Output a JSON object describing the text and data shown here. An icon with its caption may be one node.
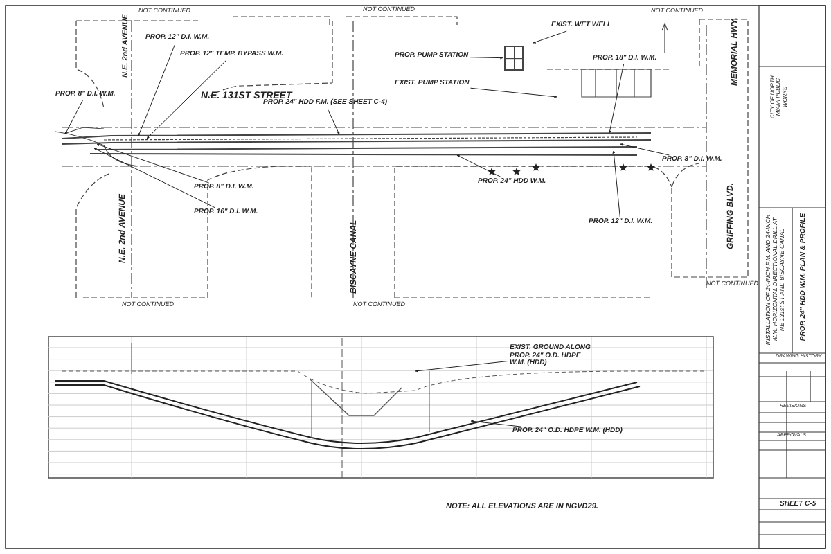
{
  "diagram": {
    "nodes": [
      {
        "text": [
          "PROP. 12\" D.I. W.M."
        ]
      },
      {
        "text": [
          "PROP. 12\" TEMP. BYPASS W.M."
        ]
      },
      {
        "text": [
          "PROP. 8\" D.I. W.M."
        ]
      },
      {
        "text": [
          "PROP. 8\" D.I. W.M."
        ]
      },
      {
        "text": [
          "PROP. 16\" D.I. W.M."
        ]
      },
      {
        "text": [
          "PROP. 24\" HDD F.M. (SEE SHEET C-4)"
        ]
      },
      {
        "text": [
          "PROP. 24\" HDD W.M."
        ]
      },
      {
        "text": [
          "PROP. PUMP STATION"
        ]
      },
      {
        "text": [
          "EXIST. PUMP STATION"
        ]
      },
      {
        "text": [
          "EXIST. WET WELL"
        ]
      },
      {
        "text": [
          "PROP. 18\" D.I. W.M."
        ]
      },
      {
        "text": [
          "PROP. 8\" D.I. W.M."
        ]
      },
      {
        "text": [
          "PROP. 12\" D.I. W.M."
        ]
      },
      {
        "text": [
          "EXIST. GROUND ALONG PROP. 24\" O.D. HDPE W.M. (HDD)"
        ]
      },
      {
        "text": [
          "PROP. 24\" O.D. HDPE W.M. (HDD)"
        ]
      },
      {
        "text": [],
        "shape": "box"
      }
    ],
    "edges": [
      {
        "from": 0,
        "to": null,
        "arrow": "to"
      },
      {
        "from": 1,
        "to": null,
        "arrow": "to"
      },
      {
        "from": 2,
        "to": null,
        "arrow": "to"
      },
      {
        "from": 3,
        "to": null,
        "arrow": "to"
      },
      {
        "from": 4,
        "to": null,
        "arrow": "to"
      },
      {
        "from": 5,
        "to": null,
        "arrow": "to"
      },
      {
        "from": 6,
        "to": null,
        "arrow": "to"
      },
      {
        "from": 7,
        "to": 15,
        "arrow": "to"
      },
      {
        "from": 8,
        "to": null,
        "arrow": "to"
      },
      {
        "from": 9,
        "to": null,
        "arrow": "to"
      },
      {
        "from": 10,
        "to": null,
        "arrow": "to"
      },
      {
        "from": 11,
        "to": null,
        "arrow": "to"
      },
      {
        "from": 12,
        "to": null,
        "arrow": "to"
      },
      {
        "from": 13,
        "to": null,
        "arrow": "to"
      },
      {
        "from": 14,
        "to": null,
        "arrow": "to"
      }
    ],
    "labels": [
      "N.E. 2nd AVENUE",
      "N.E. 131ST STREET",
      "N.E. 2nd AVENUE",
      "BISCAYNE CANAL",
      "MEMORIAL HWY.",
      "GRIFFING BLVD.",
      "NOT CONTINUED",
      "NOT CONTINUED",
      "NOT CONTINUED",
      "NOT CONTINUED",
      "NOT CONTINUED",
      "NOT CONTINUED",
      "NOTE: ALL ELEVATIONS ARE IN NGVD29.",
      "CITY OF NORTH MIAMI PUBLIC WORKS",
      "INSTALLATION OF 24-INCH F.M. AND 24-INCH W.M. HORIZONTAL DIRECTIONAL DRILL AT NE 131st ST AND BISCAYNE CANAL",
      "PROP. 24\" HDD W.M. PLAN & PROFILE",
      "DRAWING HISTORY",
      "REVISIONS",
      "APPROVALS",
      "SHEET C-5"
    ]
  }
}
